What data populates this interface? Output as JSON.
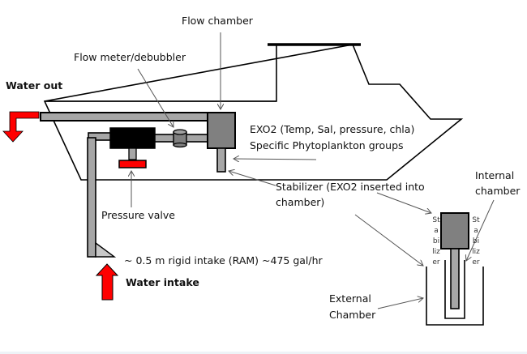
{
  "labels": {
    "flow_chamber": "Flow chamber",
    "flow_meter": "Flow meter/debubbler",
    "water_out": "Water out",
    "exo2_line1": "EXO2 (Temp, Sal, pressure, chla)",
    "exo2_line2": "Specific Phytoplankton groups",
    "stabilizer_line1": "Stabilizer (EXO2 inserted into",
    "stabilizer_line2": "chamber)",
    "pressure_valve": "Pressure valve",
    "intake_spec": "~ 0.5 m rigid intake (RAM) ~475 gal/hr",
    "water_intake": "Water intake",
    "internal_line1": "Internal",
    "internal_line2": "chamber",
    "external_line1": "External",
    "external_line2": "Chamber",
    "stabilizer_vertical_left": "Stabilizer",
    "stabilizer_vertical_right": "Stabilizer"
  },
  "colors": {
    "pipe": "#a6a6a6",
    "chamber": "#808080",
    "pump": "#000000",
    "valve": "#ff0000",
    "arrow": "#ff0000"
  }
}
